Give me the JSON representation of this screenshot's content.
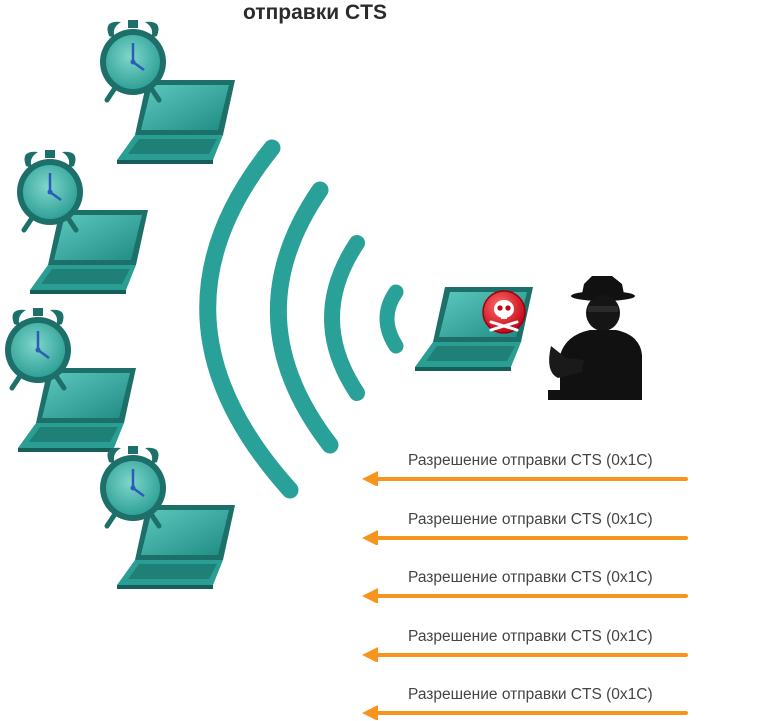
{
  "title": "отправки CTS",
  "colors": {
    "teal": "#2aa198",
    "teal_dark": "#1f7f78",
    "orange": "#f7941d",
    "danger_red": "#e31b23",
    "attacker": "#111111"
  },
  "icons": [
    "alarm-clock-icon",
    "laptop-icon",
    "wireless-waves-icon",
    "skull-crossbones-icon",
    "hacker-silhouette-icon",
    "arrow-left-icon"
  ],
  "messages": [
    {
      "label": "Разрешение отправки CTS (0x1C)"
    },
    {
      "label": "Разрешение отправки CTS (0x1C)"
    },
    {
      "label": "Разрешение отправки CTS (0x1C)"
    },
    {
      "label": "Разрешение отправки CTS (0x1C)"
    },
    {
      "label": "Разрешение отправки CTS (0x1C)"
    }
  ]
}
